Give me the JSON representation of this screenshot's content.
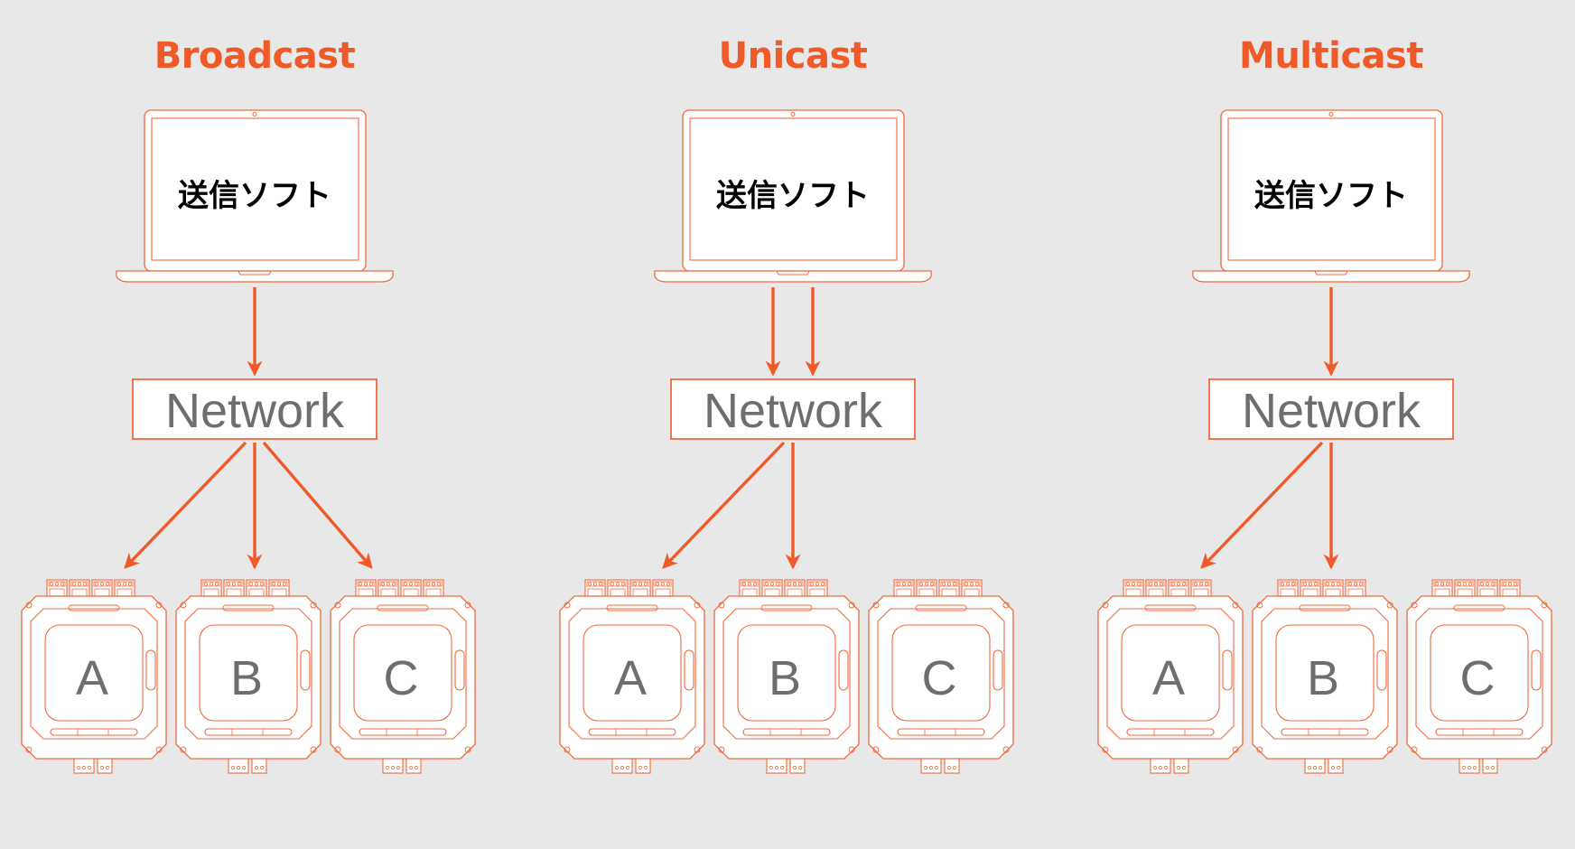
{
  "colors": {
    "background": "#e8e8e8",
    "accent": "#ef5a28",
    "line": "#ef6a3c",
    "label_gray": "#6e6e6e",
    "black": "#000000",
    "white": "#ffffff"
  },
  "icons": {
    "laptop": "laptop-icon",
    "device": "controller-device-icon",
    "arrow": "arrow-down-icon"
  },
  "panels": [
    {
      "id": "broadcast",
      "title": "Broadcast",
      "laptop_label": "送信ソフト",
      "network_label": "Network",
      "devices": [
        "A",
        "B",
        "C"
      ],
      "inbound_arrows": 1,
      "targets": [
        "A",
        "B",
        "C"
      ]
    },
    {
      "id": "unicast",
      "title": "Unicast",
      "laptop_label": "送信ソフト",
      "network_label": "Network",
      "devices": [
        "A",
        "B",
        "C"
      ],
      "inbound_arrows": 2,
      "targets": [
        "A",
        "B"
      ]
    },
    {
      "id": "multicast",
      "title": "Multicast",
      "laptop_label": "送信ソフト",
      "network_label": "Network",
      "devices": [
        "A",
        "B",
        "C"
      ],
      "inbound_arrows": 1,
      "targets": [
        "A",
        "B"
      ]
    }
  ]
}
